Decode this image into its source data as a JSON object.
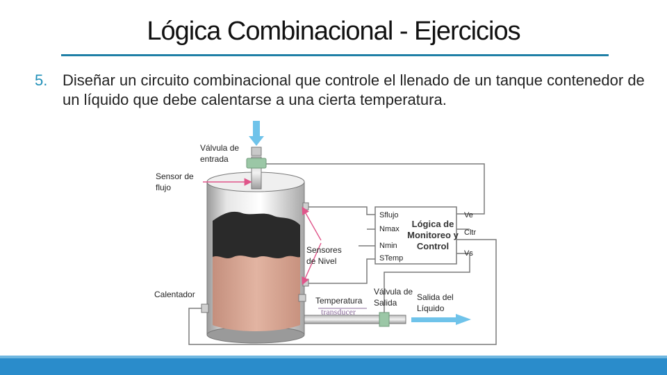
{
  "slide": {
    "title": "Lógica Combinacional - Ejercicios",
    "item_number": "5.",
    "item_text": "Diseñar un circuito combinacional que controle el llenado de un tanque contenedor de un líquido que debe calentarse a una cierta temperatura."
  },
  "diagram": {
    "labels": {
      "valvula_entrada": "Válvula de entrada",
      "sensor_flujo": "Sensor de flujo",
      "sensores_nivel": "Sensores de Nivel",
      "calentador": "Calentador",
      "temperatura": "Temperatura",
      "transducer": "transducer",
      "valvula_salida": "Válvula de Salida",
      "salida_liquido": "Salida del Líquido"
    },
    "logic_block": {
      "title": "Lógica de Monitoreo y Control",
      "inputs": [
        "Sflujo",
        "Nmax",
        "Nmin",
        "STemp"
      ],
      "outputs": [
        "Ve",
        "Cltr",
        "Vs"
      ]
    },
    "colors": {
      "wire": "#7a7a7a",
      "arrow": "#e0558a",
      "flow_arrow": "#6fc3ea",
      "liquid": "#d9a896",
      "foam": "#2a2a2a",
      "valve": "#9bc7a6",
      "accent": "#1f7fa6"
    }
  }
}
